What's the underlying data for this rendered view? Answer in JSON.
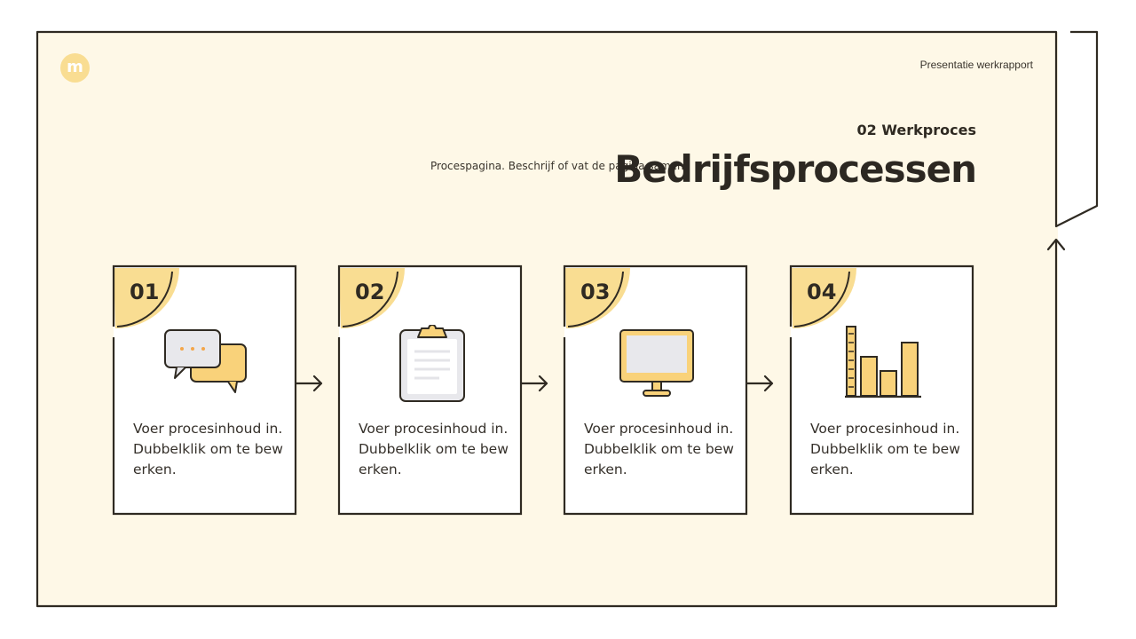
{
  "brand": {
    "logo_letter": "m",
    "accent": "#f9dd92",
    "background": "#fef8e7",
    "stroke": "#2f2a22"
  },
  "header": {
    "report_title": "Presentatie werkrapport",
    "section_label": "02 Werkproces",
    "summary": "Procespagina. Beschrijf of vat de pagina samen.",
    "page_title": "Bedrijfsprocessen"
  },
  "steps": [
    {
      "number": "01",
      "icon": "chat-bubbles-icon",
      "text": "Voer procesinhoud in. Dubbelklik om te bew erken."
    },
    {
      "number": "02",
      "icon": "clipboard-icon",
      "text": "Voer procesinhoud in. Dubbelklik om te bew erken."
    },
    {
      "number": "03",
      "icon": "monitor-icon",
      "text": "Voer procesinhoud in. Dubbelklik om te bew erken."
    },
    {
      "number": "04",
      "icon": "bar-chart-icon",
      "text": "Voer procesinhoud in. Dubbelklik om te bew erken."
    }
  ]
}
